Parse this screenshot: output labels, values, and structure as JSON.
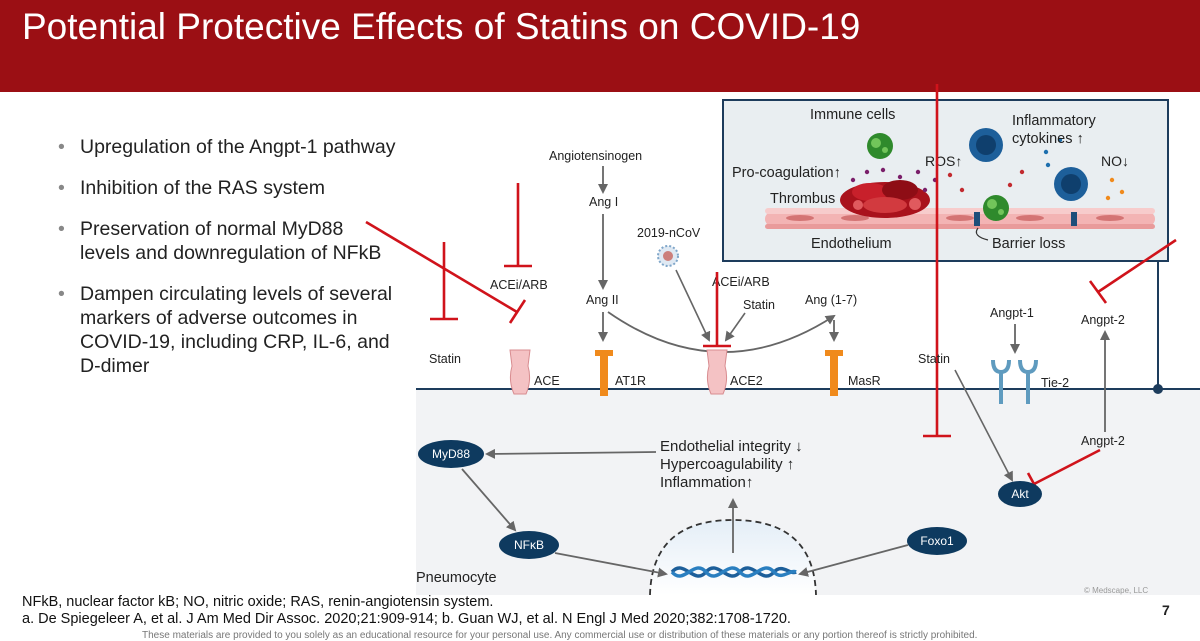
{
  "slide": {
    "title": "Potential Protective Effects of Statins on COVID-19",
    "page_number": "7",
    "copyright": "© Medscape, LLC",
    "disclaimer": "These materials are provided to you solely as an educational resource for your personal use. Any commercial use or distribution of these materials or any portion thereof is strictly prohibited."
  },
  "bullets": [
    "Upregulation of the Angpt-1 pathway",
    "Inhibition of the RAS system",
    "Preservation of normal MyD88 levels and downregulation of NFkB",
    "Dampen circulating levels of several markers of adverse outcomes in COVID-19, including CRP, IL-6, and D-dimer"
  ],
  "diagram": {
    "inset": {
      "immune_cells": "Immune cells",
      "inflammatory_1": "Inflammatory",
      "inflammatory_2": "cytokines ↑",
      "ros": "ROS↑",
      "no": "NO↓",
      "procoag": "Pro-coagulation↑",
      "thrombus": "Thrombus",
      "endothelium": "Endothelium",
      "barrier_loss": "Barrier loss"
    },
    "angiotensinogen": "Angiotensinogen",
    "ang1": "Ang I",
    "virus": "2019-nCoV",
    "ang2": "Ang II",
    "acei_arb_left": "ACEi/ARB",
    "acei_arb_mid": "ACEi/ARB",
    "statin_mid": "Statin",
    "ang17": "Ang (1-7)",
    "statin_left": "Statin",
    "statin_right": "Statin",
    "angpt1": "Angpt-1",
    "angpt2_top": "Angpt-2",
    "angpt2_bottom": "Angpt-2",
    "receptors": {
      "ace": "ACE",
      "at1r": "AT1R",
      "ace2": "ACE2",
      "masr": "MasR",
      "tie2": "Tie-2"
    },
    "effects": [
      "Endothelial integrity ↓",
      "Hypercoagulability ↑",
      "Inflammation↑"
    ],
    "myd88": "MyD88",
    "nfkb": "NFκB",
    "foxo1": "Foxo1",
    "akt": "Akt",
    "pneumocyte": "Pneumocyte"
  },
  "footnotes": {
    "abbrev": "NFkB, nuclear factor kB; NO, nitric oxide; RAS, renin-angiotensin system.",
    "refs": "a. De Spiegeleer A, et al. J Am Med Dir Assoc. 2020;21:909-914; b. Guan WJ, et al. N Engl J Med 2020;382:1708-1720."
  },
  "colors": {
    "header": "#9b0f14",
    "inhibit": "#d0131b",
    "node": "#0e3a5f",
    "receptor_orange": "#f08a1c",
    "receptor_pink": "#f4c2c4",
    "tie2": "#5f9bbf",
    "inset_bg": "#e9eef1",
    "cell_bg": "#f2f3f5"
  }
}
